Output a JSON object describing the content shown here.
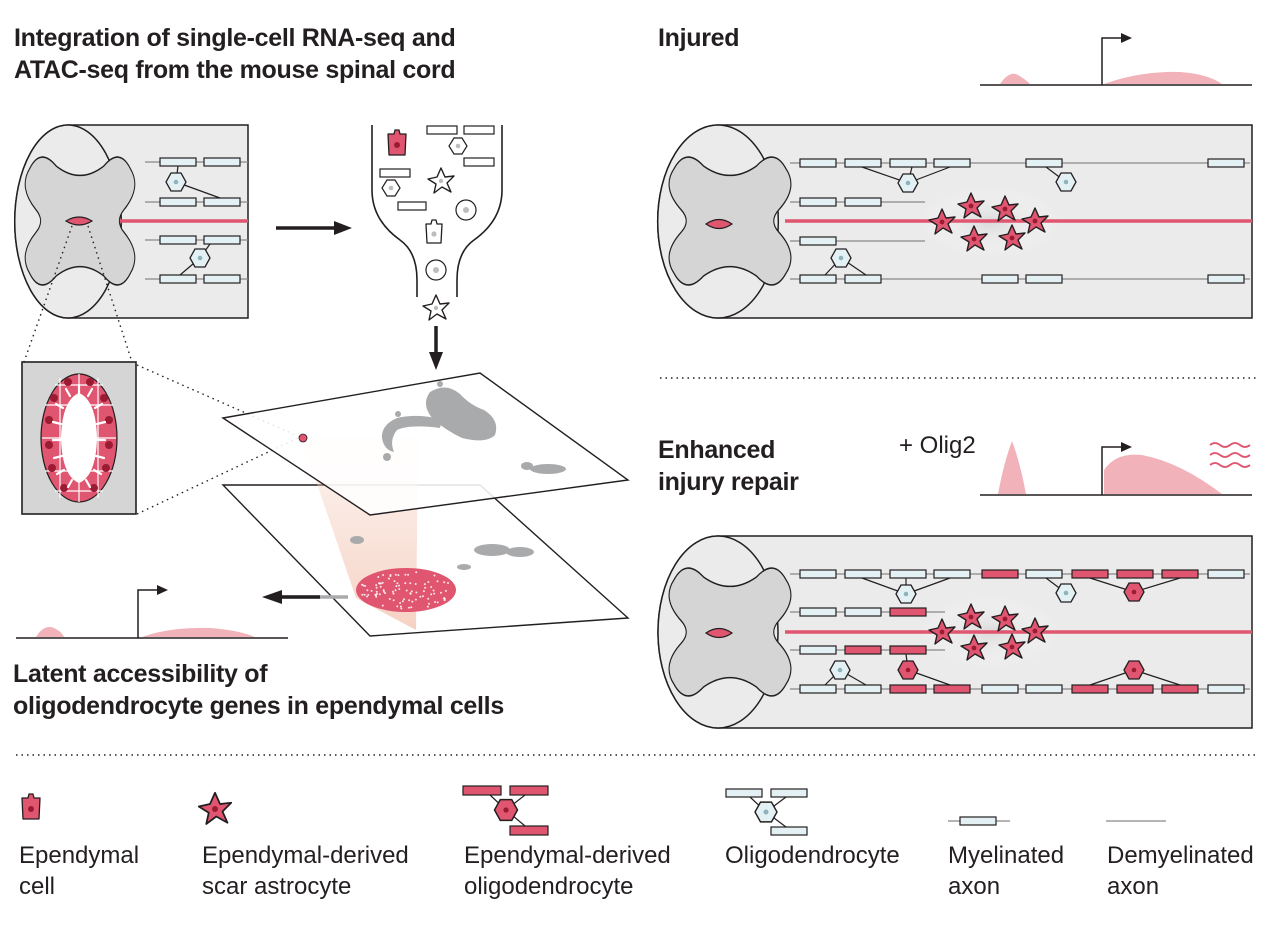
{
  "titles": {
    "integration_line1": "Integration of single-cell RNA-seq and",
    "integration_line2": "ATAC-seq from the mouse spinal cord",
    "injured": "Injured",
    "enhanced_line1": "Enhanced",
    "enhanced_line2": "injury repair",
    "latent_line1": "Latent accessibility of",
    "latent_line2": "oligodendrocyte genes in ependymal cells"
  },
  "annotations": {
    "olig2": "+ Olig2"
  },
  "legend": [
    {
      "icon": "ependymal-cell-icon",
      "label": "Ependymal\ncell"
    },
    {
      "icon": "scar-astrocyte-icon",
      "label": "Ependymal-derived\nscar astrocyte"
    },
    {
      "icon": "ependymal-oligodendrocyte-icon",
      "label": "Ependymal-derived\noligodendrocyte"
    },
    {
      "icon": "oligodendrocyte-icon",
      "label": "Oligodendrocyte"
    },
    {
      "icon": "myelinated-axon-icon",
      "label": "Myelinated\naxon"
    },
    {
      "icon": "demyelinated-axon-icon",
      "label": "Demyelinated\naxon"
    }
  ],
  "colors": {
    "ink": "#231f20",
    "red": "#e0556f",
    "pink": "#f2b2b9",
    "cord_gray": "#d5d5d6",
    "fill_gray": "#ebebeb",
    "myelin": "#e4f1f4",
    "cluster_gray": "#a9aaac"
  }
}
